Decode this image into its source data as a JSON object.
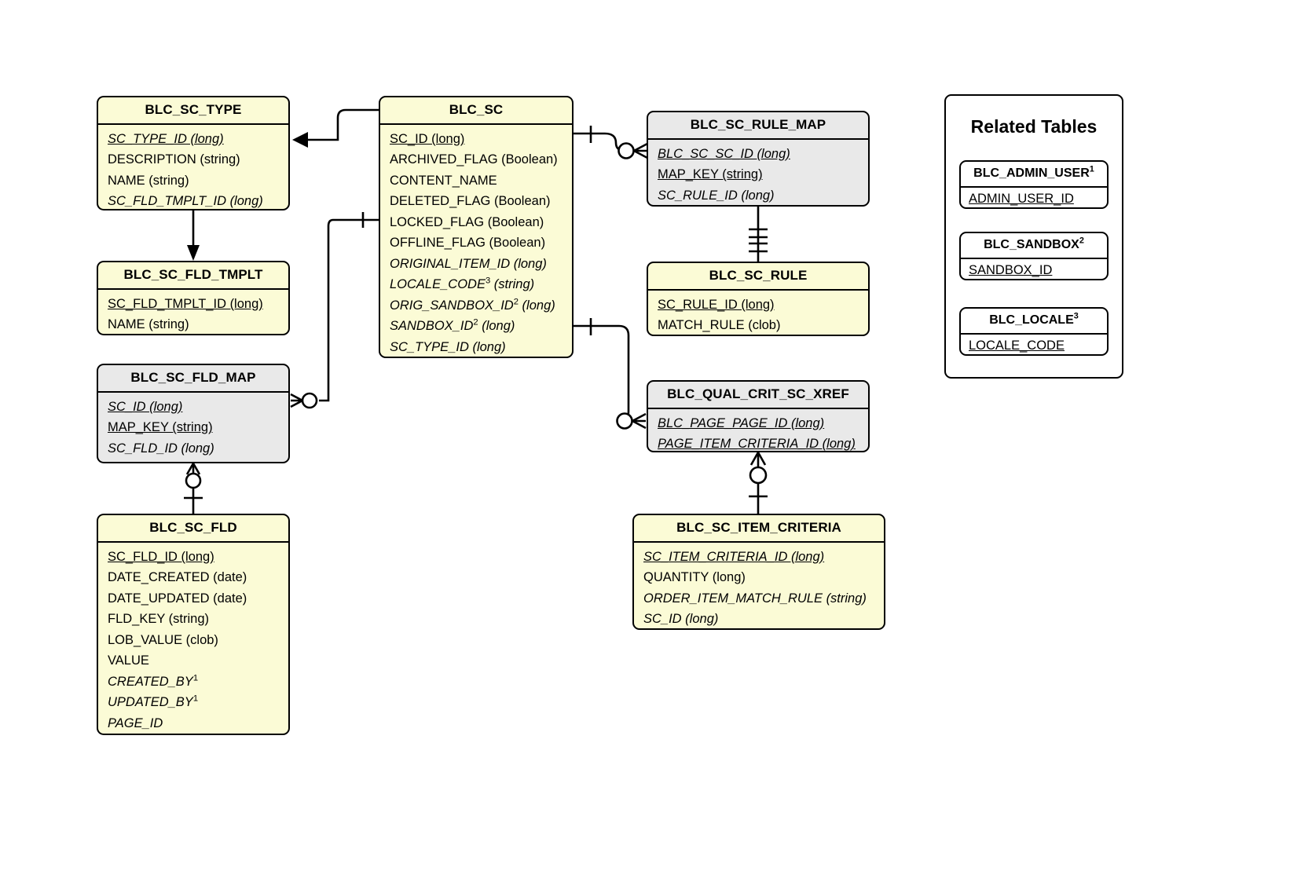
{
  "diagram": {
    "type": "entity-relationship-diagram",
    "title": "Related Tables",
    "entities": [
      {
        "id": "blc-sc-type",
        "name": "BLC_SC_TYPE",
        "fill": "yellow",
        "attributes": [
          {
            "text": "SC_TYPE_ID (long)",
            "key": "pkfk"
          },
          {
            "text": "DESCRIPTION (string)",
            "key": "none"
          },
          {
            "text": "NAME (string)",
            "key": "none"
          },
          {
            "text": "SC_FLD_TMPLT_ID (long)",
            "key": "fk"
          }
        ]
      },
      {
        "id": "blc-sc-fld-tmplt",
        "name": "BLC_SC_FLD_TMPLT",
        "fill": "yellow",
        "attributes": [
          {
            "text": "SC_FLD_TMPLT_ID (long)",
            "key": "pk"
          },
          {
            "text": "NAME (string)",
            "key": "none"
          }
        ]
      },
      {
        "id": "blc-sc-fld-map",
        "name": "BLC_SC_FLD_MAP",
        "fill": "gray",
        "attributes": [
          {
            "text": "SC_ID (long)",
            "key": "pkfk"
          },
          {
            "text": "MAP_KEY (string)",
            "key": "pk"
          },
          {
            "text": "SC_FLD_ID (long)",
            "key": "fk"
          }
        ]
      },
      {
        "id": "blc-sc-fld",
        "name": "BLC_SC_FLD",
        "fill": "yellow",
        "attributes": [
          {
            "text": "SC_FLD_ID (long)",
            "key": "pk"
          },
          {
            "text": "DATE_CREATED (date)",
            "key": "none"
          },
          {
            "text": "DATE_UPDATED (date)",
            "key": "none"
          },
          {
            "text": "FLD_KEY (string)",
            "key": "none"
          },
          {
            "text": "LOB_VALUE (clob)",
            "key": "none"
          },
          {
            "text": "VALUE",
            "key": "none"
          },
          {
            "text": "CREATED_BY",
            "key": "fk",
            "sup": "1"
          },
          {
            "text": "UPDATED_BY",
            "key": "fk",
            "sup": "1"
          },
          {
            "text": "PAGE_ID",
            "key": "fk"
          }
        ]
      },
      {
        "id": "blc-sc",
        "name": "BLC_SC",
        "fill": "yellow",
        "attributes": [
          {
            "text": "SC_ID (long)",
            "key": "pk"
          },
          {
            "text": "ARCHIVED_FLAG (Boolean)",
            "key": "none"
          },
          {
            "text": "CONTENT_NAME",
            "key": "none"
          },
          {
            "text": "DELETED_FLAG (Boolean)",
            "key": "none"
          },
          {
            "text": "LOCKED_FLAG (Boolean)",
            "key": "none"
          },
          {
            "text": "OFFLINE_FLAG (Boolean)",
            "key": "none"
          },
          {
            "text": "ORIGINAL_ITEM_ID (long)",
            "key": "fk"
          },
          {
            "text": "LOCALE_CODE",
            "key": "fk",
            "sup": "3",
            "suffix": " (string)"
          },
          {
            "text": "ORIG_SANDBOX_ID",
            "key": "fk",
            "sup": "2",
            "suffix": " (long)"
          },
          {
            "text": "SANDBOX_ID",
            "key": "fk",
            "sup": "2",
            "suffix": " (long)"
          },
          {
            "text": "SC_TYPE_ID (long)",
            "key": "fk"
          }
        ]
      },
      {
        "id": "blc-sc-rule-map",
        "name": "BLC_SC_RULE_MAP",
        "fill": "gray",
        "attributes": [
          {
            "text": "BLC_SC_SC_ID (long)",
            "key": "pkfk"
          },
          {
            "text": "MAP_KEY (string)",
            "key": "pk"
          },
          {
            "text": "SC_RULE_ID (long)",
            "key": "fk"
          }
        ]
      },
      {
        "id": "blc-sc-rule",
        "name": "BLC_SC_RULE",
        "fill": "yellow",
        "attributes": [
          {
            "text": "SC_RULE_ID (long)",
            "key": "pk"
          },
          {
            "text": "MATCH_RULE (clob)",
            "key": "none"
          }
        ]
      },
      {
        "id": "blc-qual-crit-sc-xref",
        "name": "BLC_QUAL_CRIT_SC_XREF",
        "fill": "gray",
        "attributes": [
          {
            "text": "BLC_PAGE_PAGE_ID (long)",
            "key": "pkfk"
          },
          {
            "text": "PAGE_ITEM_CRITERIA_ID (long)",
            "key": "pkfk"
          }
        ]
      },
      {
        "id": "blc-sc-item-criteria",
        "name": "BLC_SC_ITEM_CRITERIA",
        "fill": "yellow",
        "attributes": [
          {
            "text": "SC_ITEM_CRITERIA_ID (long)",
            "key": "pkfk"
          },
          {
            "text": "QUANTITY (long)",
            "key": "none"
          },
          {
            "text": "ORDER_ITEM_MATCH_RULE (string)",
            "key": "fk"
          },
          {
            "text": "SC_ID (long)",
            "key": "fk"
          }
        ]
      }
    ],
    "related_tables": {
      "title": "Related Tables",
      "tables": [
        {
          "id": "blc-admin-user",
          "name": "BLC_ADMIN_USER",
          "sup": "1",
          "attribute": "ADMIN_USER_ID"
        },
        {
          "id": "blc-sandbox",
          "name": "BLC_SANDBOX",
          "sup": "2",
          "attribute": "SANDBOX_ID"
        },
        {
          "id": "blc-locale",
          "name": "BLC_LOCALE",
          "sup": "3",
          "attribute": "LOCALE_CODE"
        }
      ]
    },
    "colors": {
      "entity_fill_yellow": "#fbfbd6",
      "entity_fill_gray": "#e9e9e9",
      "stroke": "#000000",
      "background": "#ffffff"
    }
  }
}
